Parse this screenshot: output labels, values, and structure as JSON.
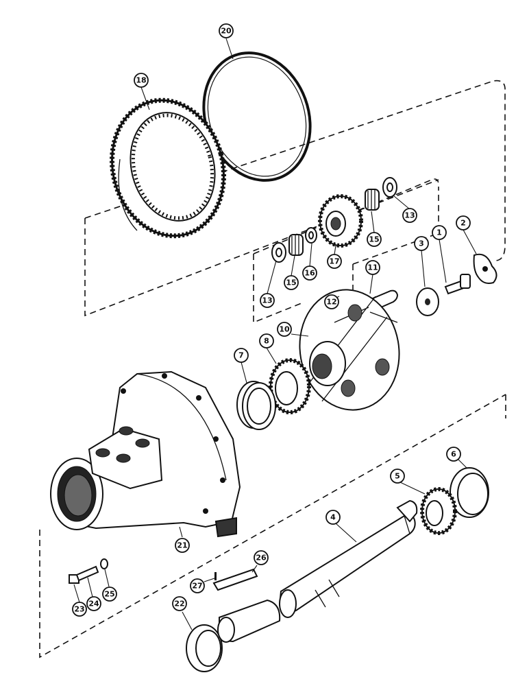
{
  "callouts": [
    {
      "id": "c20",
      "label": "20"
    },
    {
      "id": "c18",
      "label": "18"
    },
    {
      "id": "c13a",
      "label": "13"
    },
    {
      "id": "c13b",
      "label": "13"
    },
    {
      "id": "c15a",
      "label": "15"
    },
    {
      "id": "c15b",
      "label": "15"
    },
    {
      "id": "c16",
      "label": "16"
    },
    {
      "id": "c17",
      "label": "17"
    },
    {
      "id": "c12",
      "label": "12"
    },
    {
      "id": "c11",
      "label": "11"
    },
    {
      "id": "c3",
      "label": "3"
    },
    {
      "id": "c1",
      "label": "1"
    },
    {
      "id": "c2",
      "label": "2"
    },
    {
      "id": "c10",
      "label": "10"
    },
    {
      "id": "c8",
      "label": "8"
    },
    {
      "id": "c7",
      "label": "7"
    },
    {
      "id": "c6",
      "label": "6"
    },
    {
      "id": "c5",
      "label": "5"
    },
    {
      "id": "c4",
      "label": "4"
    },
    {
      "id": "c21",
      "label": "21"
    },
    {
      "id": "c26",
      "label": "26"
    },
    {
      "id": "c27",
      "label": "27"
    },
    {
      "id": "c25",
      "label": "25"
    },
    {
      "id": "c23",
      "label": "23"
    },
    {
      "id": "c24",
      "label": "24"
    },
    {
      "id": "c22",
      "label": "22"
    }
  ]
}
